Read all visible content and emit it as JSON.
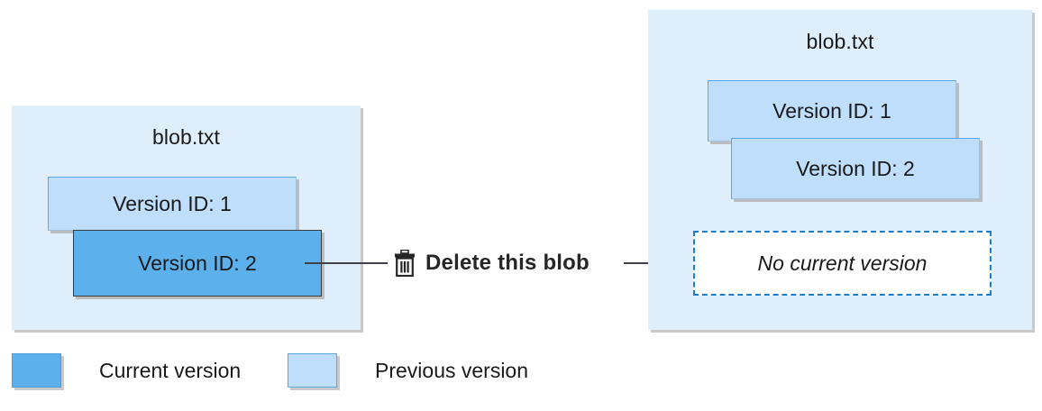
{
  "diagram": {
    "title_left": "blob.txt",
    "title_right": "blob.txt",
    "left_panel": {
      "name": "blob.txt",
      "versions": [
        {
          "label": "Version ID: 1",
          "state": "previous"
        },
        {
          "label": "Version ID: 2",
          "state": "current"
        }
      ]
    },
    "right_panel": {
      "name": "blob.txt",
      "versions": [
        {
          "label": "Version ID: 1",
          "state": "previous"
        },
        {
          "label": "Version ID: 2",
          "state": "previous"
        }
      ],
      "placeholder": "No current version"
    },
    "action": {
      "label": "Delete this blob",
      "icon": "trash-icon"
    },
    "legend": [
      {
        "label": "Current version",
        "swatch": "#5cb0ec"
      },
      {
        "label": "Previous version",
        "swatch": "#bfdefb"
      }
    ],
    "colors": {
      "panel_fill": "#deeffb",
      "current_version_fill": "#5cb0ec",
      "previous_version_fill": "#bfdefb",
      "dashed_border": "#1d7fc9",
      "connector": "#404247",
      "text": "#1a1a1a"
    }
  }
}
